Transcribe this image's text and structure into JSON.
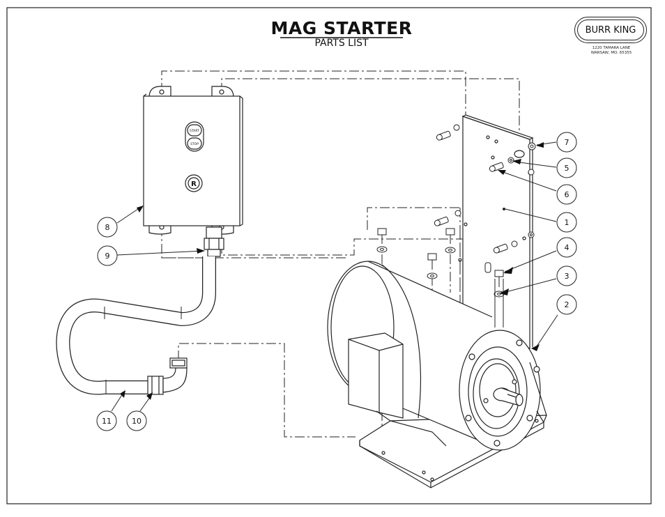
{
  "header": {
    "title": "MAG STARTER",
    "subtitle": "PARTS LIST"
  },
  "logo": {
    "name": "BURR KING",
    "address_line1": "1220 TAMARA LANE",
    "address_line2": "WARSAW, MO. 65355"
  },
  "control_box": {
    "start_label": "START",
    "stop_label": "STOP",
    "reset_label": "R"
  },
  "callouts": [
    {
      "label": "1",
      "part": "mounting-plate"
    },
    {
      "label": "2",
      "part": "motor"
    },
    {
      "label": "3",
      "part": "washer"
    },
    {
      "label": "4",
      "part": "bolt"
    },
    {
      "label": "5",
      "part": "washer"
    },
    {
      "label": "6",
      "part": "screw"
    },
    {
      "label": "7",
      "part": "nut"
    },
    {
      "label": "8",
      "part": "mag-starter-box"
    },
    {
      "label": "9",
      "part": "connector"
    },
    {
      "label": "10",
      "part": "elbow-fitting"
    },
    {
      "label": "11",
      "part": "conduit"
    }
  ],
  "colors": {
    "line": "#222222",
    "motor_fill": "#ffffff",
    "background": "#ffffff"
  }
}
